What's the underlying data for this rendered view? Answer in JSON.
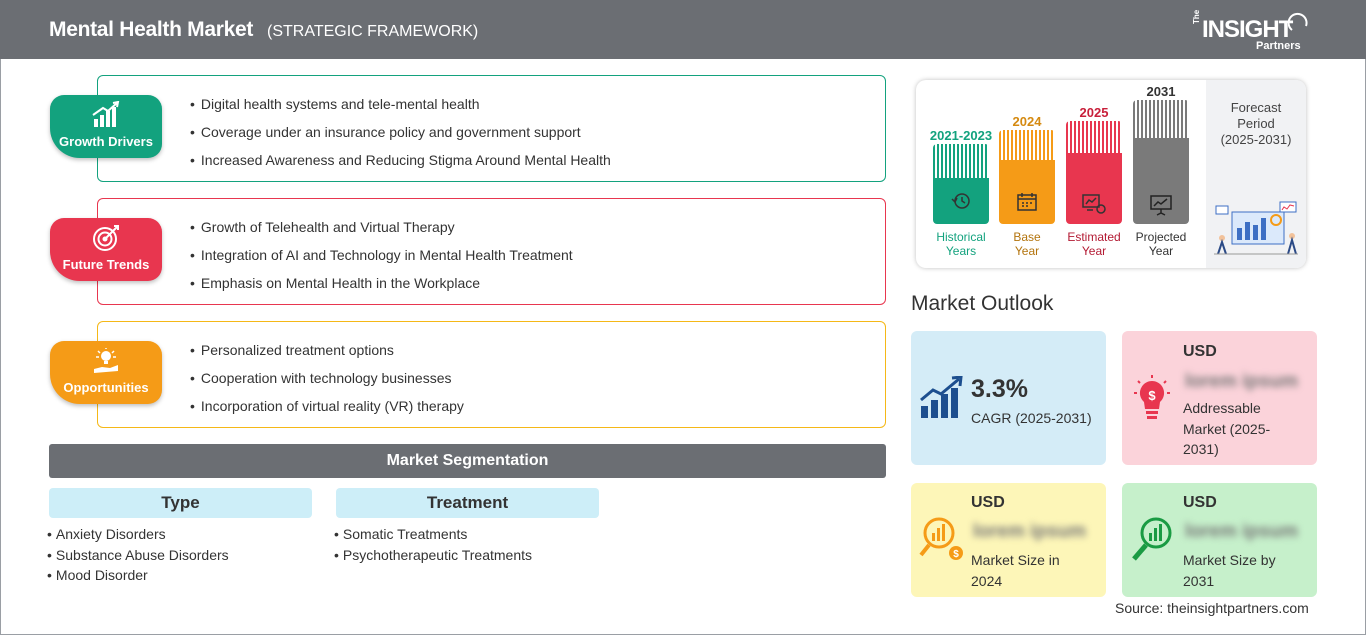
{
  "header": {
    "title": "Mental Health Market",
    "subtitle": "(STRATEGIC FRAMEWORK)",
    "logo": {
      "the": "The",
      "main": "INSIGHT",
      "partners": "Partners"
    }
  },
  "framework": [
    {
      "label": "Growth Drivers",
      "icon": "bar-growth-icon",
      "color": "#13a27e",
      "items": [
        "Digital health systems and tele-mental health",
        "Coverage under an insurance policy and government support",
        "Increased Awareness and Reducing Stigma Around Mental Health"
      ]
    },
    {
      "label": "Future Trends",
      "icon": "target-icon",
      "color": "#e8364f",
      "items": [
        "Growth of Telehealth and Virtual Therapy",
        "Integration of AI and Technology in Mental Health Treatment",
        "Emphasis on Mental Health in the Workplace"
      ]
    },
    {
      "label": "Opportunities",
      "icon": "idea-hand-icon",
      "color": "#f59b17",
      "items": [
        "Personalized treatment options",
        "Cooperation with technology businesses",
        "Incorporation of virtual reality (VR) therapy"
      ]
    }
  ],
  "segmentation": {
    "title": "Market Segmentation",
    "groups": [
      {
        "heading": "Type",
        "items": [
          "Anxiety Disorders",
          "Substance Abuse Disorders",
          "Mood Disorder"
        ]
      },
      {
        "heading": "Treatment",
        "items": [
          "Somatic Treatments",
          "Psychotherapeutic Treatments"
        ]
      }
    ]
  },
  "timeline": {
    "columns": [
      {
        "year": "2021-2023",
        "caption1": "Historical",
        "caption2": "Years",
        "color": "#13a27e",
        "icon": "history-icon"
      },
      {
        "year": "2024",
        "caption1": "Base",
        "caption2": "Year",
        "color": "#f59b17",
        "icon": "calendar-icon"
      },
      {
        "year": "2025",
        "caption1": "Estimated",
        "caption2": "Year",
        "color": "#e8364f",
        "icon": "estimate-chart-icon"
      },
      {
        "year": "2031",
        "caption1": "Projected",
        "caption2": "Year",
        "color": "#7a7a7a",
        "icon": "presentation-icon"
      }
    ],
    "forecast_label1": "Forecast",
    "forecast_label2": "Period",
    "forecast_years": "(2025-2031)"
  },
  "outlook": {
    "title": "Market Outlook",
    "cagr": {
      "value": "3.3%",
      "label": "CAGR (2025-2031)",
      "bg": "#d4ecf7",
      "icon": "growth-chart-icon"
    },
    "addressable": {
      "usd": "USD",
      "value": "lorem ipsum",
      "label1": "Addressable",
      "label2": "Market (2025-",
      "label3": "2031)",
      "bg": "#fbd3da",
      "icon": "dollar-bulb-icon"
    },
    "size2024": {
      "usd": "USD",
      "value": "lorem ipsum",
      "label1": "Market Size in",
      "label2": "2024",
      "bg": "#fdf6b8",
      "icon": "dollar-analysis-icon"
    },
    "size2031": {
      "usd": "USD",
      "value": "lorem ipsum",
      "label1": "Market Size by",
      "label2": "2031",
      "bg": "#c6f0cb",
      "icon": "chart-search-icon"
    }
  },
  "source": "Source: theinsightpartners.com"
}
